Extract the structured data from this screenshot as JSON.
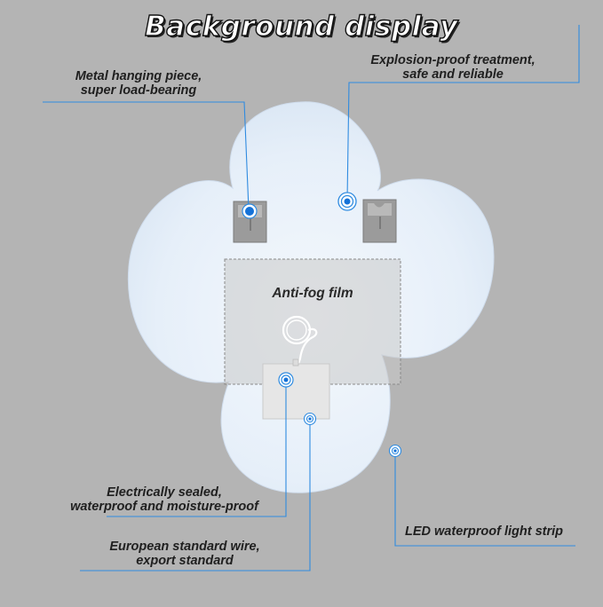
{
  "title": "Background display",
  "center_label": "Anti-fog film",
  "callouts": {
    "metal_hanging": {
      "line1": "Metal hanging piece,",
      "line2": "super load-bearing"
    },
    "explosion_proof": {
      "line1": "Explosion-proof treatment,",
      "line2": "safe and reliable"
    },
    "electrically_sealed": {
      "line1": "Electrically sealed,",
      "line2": "waterproof and moisture-proof"
    },
    "european_wire": {
      "line1": "European standard wire,",
      "line2": "export standard"
    },
    "led_strip": {
      "line1": "LED waterproof light strip"
    }
  },
  "colors": {
    "background": "#b4b4b4",
    "mirror_fill": "#e9f1fa",
    "leader_line": "#2f8be0",
    "marker_core": "#1572d8"
  }
}
